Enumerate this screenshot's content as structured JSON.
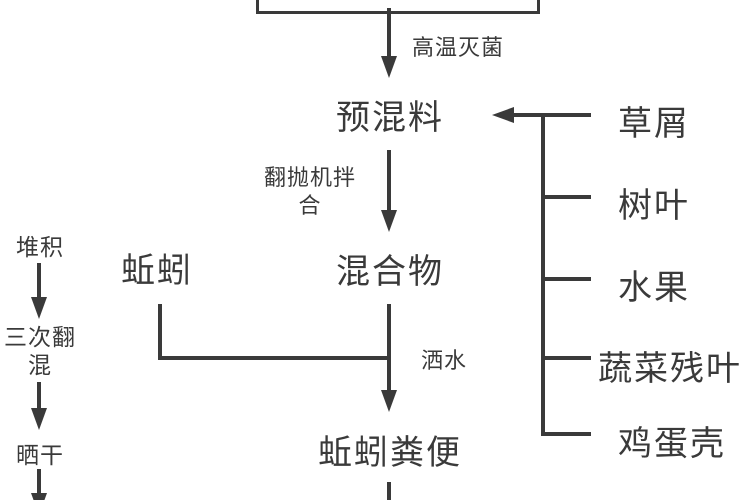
{
  "colors": {
    "background": "#ffffff",
    "stroke": "#3a3a3a",
    "text": "#3a3a3a"
  },
  "flow": {
    "sterilize_label": "高温灭菌",
    "premix_node": "预混料",
    "mixer_label": "翻抛机拌合",
    "mixture_node": "混合物",
    "earthworm_node": "蚯蚓",
    "water_label": "洒水",
    "castings_node": "蚯蚓粪便"
  },
  "ingredients": {
    "items": [
      "草屑",
      "树叶",
      "水果",
      "蔬菜残叶",
      "鸡蛋壳"
    ]
  },
  "post_process": {
    "steps": [
      "堆积",
      "三次翻混",
      "晒干"
    ]
  }
}
